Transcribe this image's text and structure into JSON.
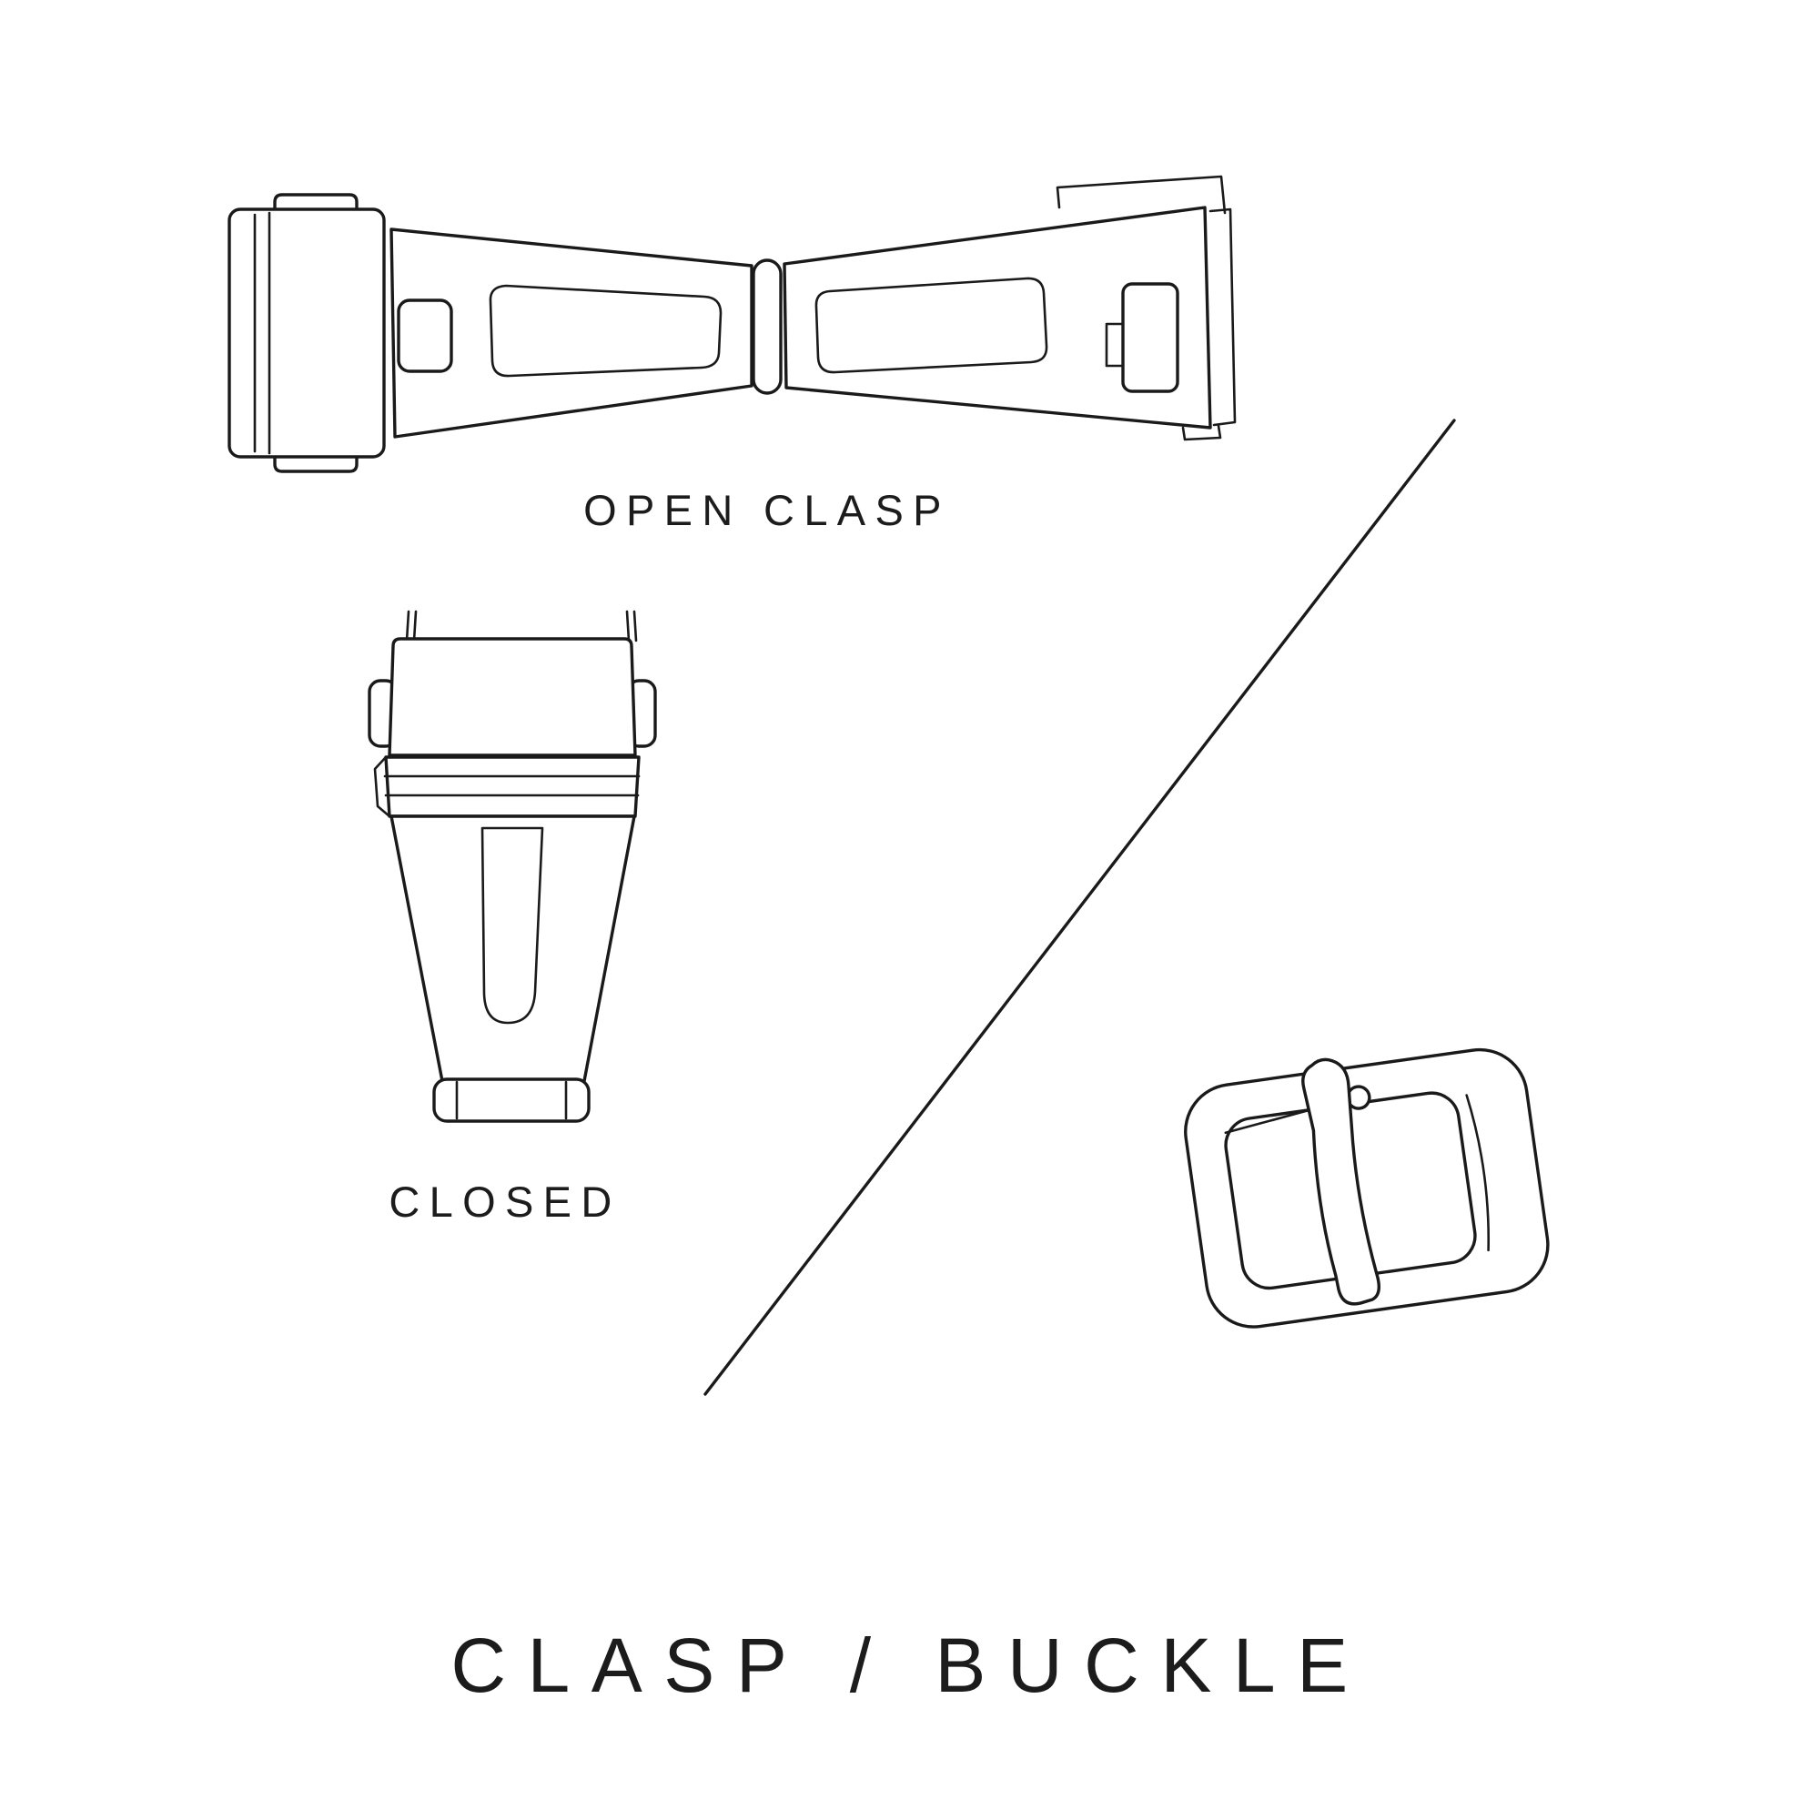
{
  "colors": {
    "bg": "#ffffff",
    "line": "#1a1a1a",
    "text": "#1c1c1c"
  },
  "labels": {
    "open_clasp": "OPEN CLASP",
    "closed": "CLOSED",
    "title": "CLASP / BUCKLE"
  }
}
